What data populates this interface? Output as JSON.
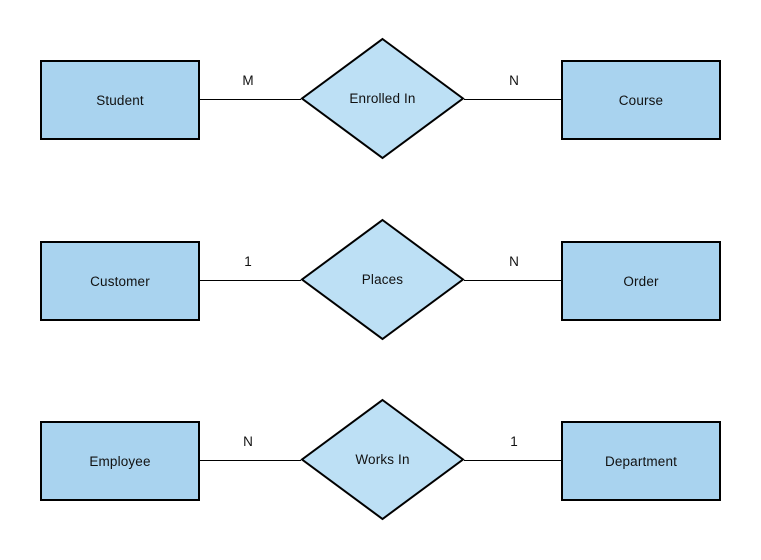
{
  "diagram": {
    "type": "entity-relationship-diagram",
    "background_color": "#ffffff",
    "entity_fill": "#a9d3ef",
    "relationship_fill": "#bde0f5",
    "stroke_color": "#000000",
    "rows": [
      {
        "left_entity": "Student",
        "left_cardinality": "M",
        "relationship": "Enrolled In",
        "right_cardinality": "N",
        "right_entity": "Course"
      },
      {
        "left_entity": "Customer",
        "left_cardinality": "1",
        "relationship": "Places",
        "right_cardinality": "N",
        "right_entity": "Order"
      },
      {
        "left_entity": "Employee",
        "left_cardinality": "N",
        "relationship": "Works In",
        "right_cardinality": "1",
        "right_entity": "Department"
      }
    ]
  }
}
